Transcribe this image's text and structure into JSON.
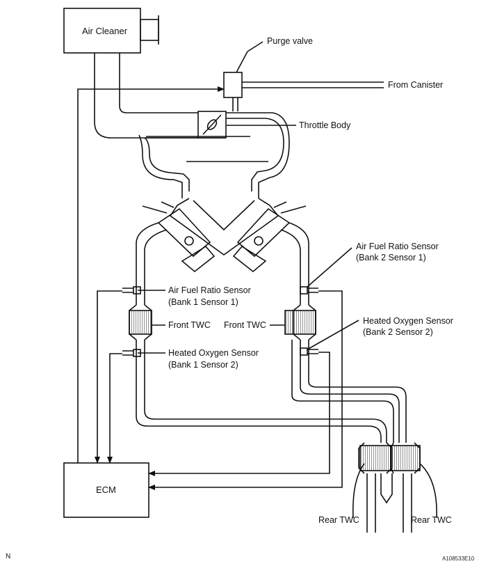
{
  "labels": {
    "air_cleaner": "Air Cleaner",
    "purge_valve": "Purge valve",
    "from_canister": "From Canister",
    "throttle_body": "Throttle Body",
    "af_bank2_line1": "Air Fuel Ratio Sensor",
    "af_bank2_line2": "(Bank 2 Sensor 1)",
    "af_bank1_line1": "Air Fuel Ratio Sensor",
    "af_bank1_line2": "(Bank 1 Sensor 1)",
    "ho2_bank2_line1": "Heated Oxygen Sensor",
    "ho2_bank2_line2": "(Bank 2 Sensor 2)",
    "front_twc_left": "Front TWC",
    "front_twc_right": "Front TWC",
    "ho2_bank1_line1": "Heated Oxygen Sensor",
    "ho2_bank1_line2": "(Bank 1 Sensor 2)",
    "ecm": "ECM",
    "rear_twc_left": "Rear TWC",
    "rear_twc_right": "Rear TWC",
    "corner_code": "N",
    "figure_code": "A108533E10"
  }
}
